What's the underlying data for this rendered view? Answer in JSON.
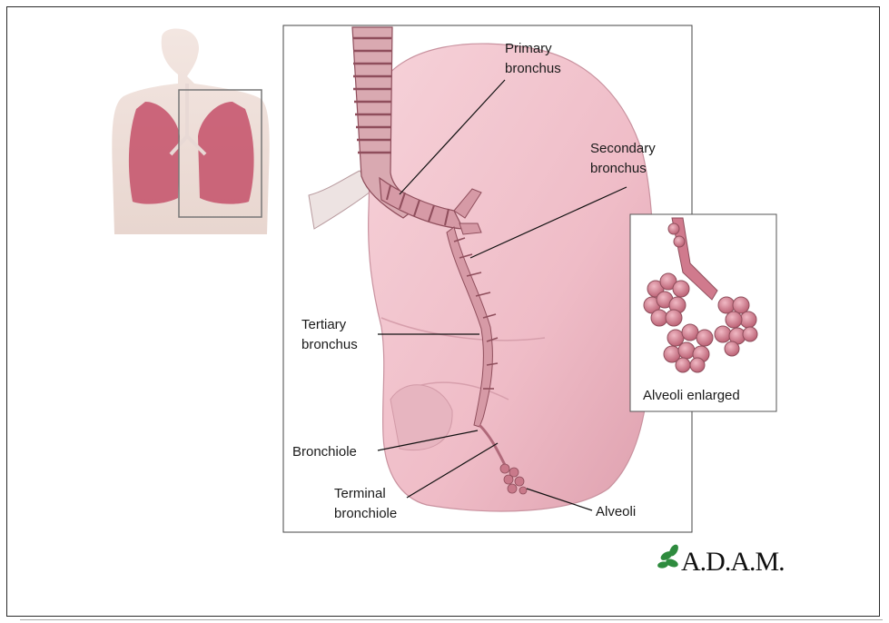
{
  "labels": {
    "primary_bronchus": [
      "Primary",
      "bronchus"
    ],
    "secondary_bronchus": [
      "Secondary",
      "bronchus"
    ],
    "tertiary_bronchus": [
      "Tertiary",
      "bronchus"
    ],
    "bronchiole": "Bronchiole",
    "terminal_bronchiole": [
      "Terminal",
      "bronchiole"
    ],
    "alveoli": "Alveoli",
    "alveoli_enlarged": "Alveoli enlarged"
  },
  "brand": {
    "name": "A.D.A.M.",
    "leaf_color": "#2e8b3e"
  },
  "colors": {
    "lung_fill": "#f2c4cd",
    "lung_shadow": "#e1a7b3",
    "airway": "#c97a86",
    "torso_lung": "#c7586f"
  },
  "icons": [
    "torso-thumbnail",
    "lung-illustration",
    "alveoli-cluster",
    "adam-leaf-icon"
  ]
}
